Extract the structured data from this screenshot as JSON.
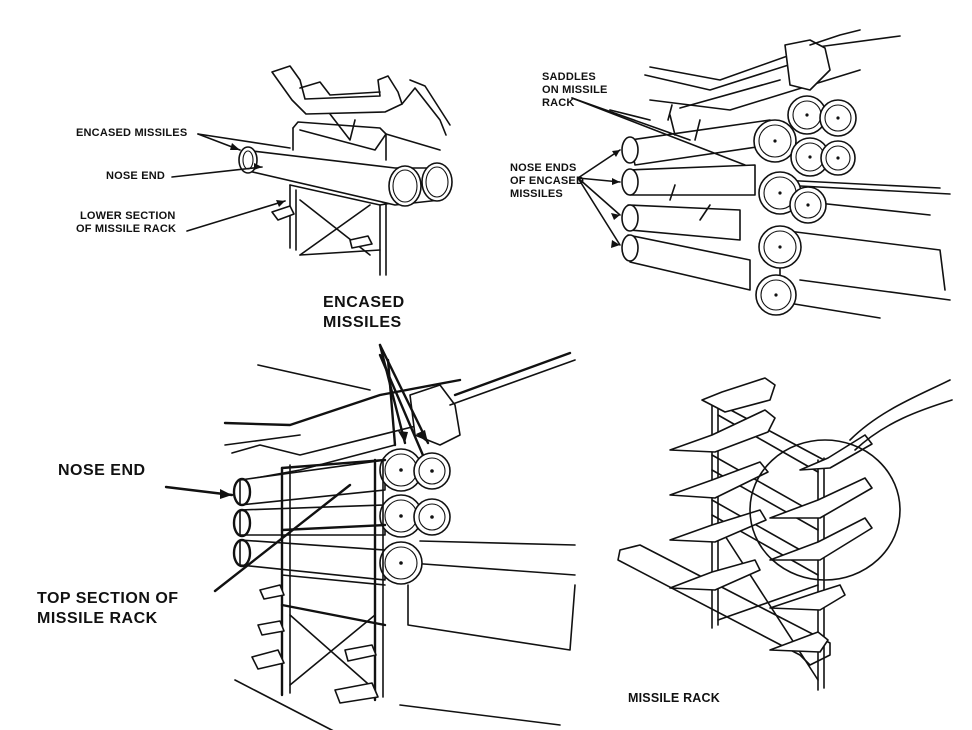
{
  "figure": {
    "title": "Missile rack illustrations",
    "panels": [
      {
        "id": "top-left",
        "description": "Two encased missiles on lower section of missile rack with upper section lifted",
        "labels": {
          "encased_missiles": "ENCASED MISSILES",
          "nose_end": "NOSE END",
          "lower_section_line1": "LOWER SECTION",
          "lower_section_line2": "OF MISSILE RACK"
        }
      },
      {
        "id": "top-right",
        "description": "Loaded rack on vehicle showing saddles and nose ends",
        "labels": {
          "saddles_line1": "SADDLES",
          "saddles_line2": "ON MISSILE",
          "saddles_line3": "RACK",
          "nose_ends_line1": "NOSE ENDS",
          "nose_ends_line2": "OF ENCASED",
          "nose_ends_line3": "MISSILES"
        }
      },
      {
        "id": "bottom-left",
        "description": "Rack with top section installed over encased missiles",
        "labels": {
          "encased_missiles_line1": "ENCASED",
          "encased_missiles_line2": "MISSILES",
          "nose_end": "NOSE END",
          "top_section_line1": "TOP SECTION OF",
          "top_section_line2": "MISSILE RACK"
        }
      },
      {
        "id": "bottom-right",
        "description": "Empty missile rack on base with circled detail",
        "labels": {
          "caption": "MISSILE RACK"
        }
      }
    ],
    "colors": {
      "ink": "#111111",
      "paper": "#ffffff"
    }
  }
}
